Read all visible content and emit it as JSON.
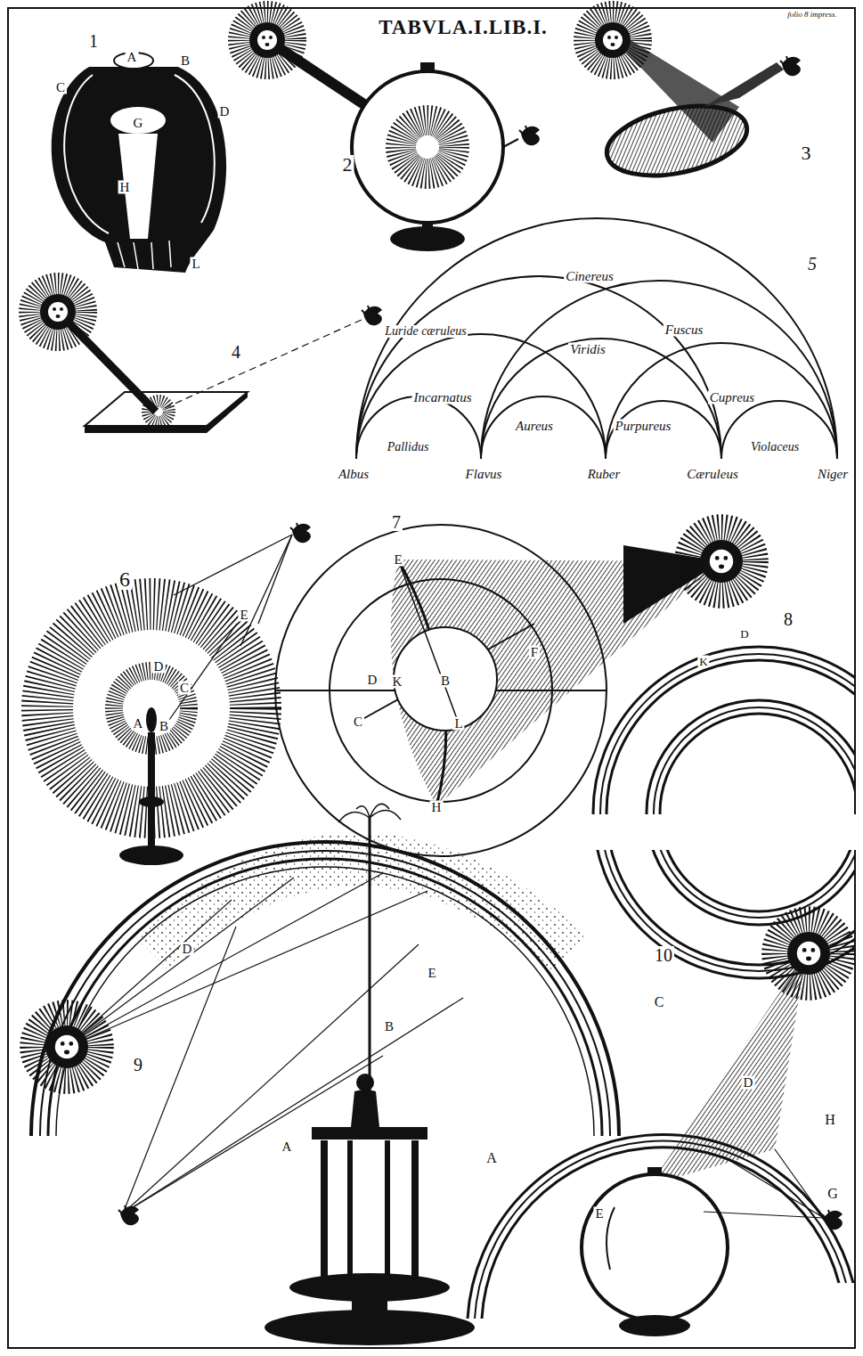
{
  "diagram": {
    "title": "TABVLA.I.LIB.I.",
    "labels": [
      "folio 8 impress.",
      "1",
      "A",
      "B",
      "C",
      "D",
      "G",
      "H",
      "L",
      "2",
      "3",
      "4",
      "5",
      "Cinereus",
      "Luride cæruleus",
      "Viridis",
      "Fuscus",
      "Incarnatus",
      "Cupreus",
      "Aureus",
      "Purpureus",
      "Pallidus",
      "Violaceus",
      "Albus",
      "Flavus",
      "Ruber",
      "Cæruleus",
      "Niger",
      "6",
      "E",
      "D",
      "C",
      "A",
      "B",
      "7",
      "E",
      "D",
      "K",
      "B",
      "C",
      "L",
      "H",
      "F",
      "8",
      "D",
      "K",
      "9",
      "D",
      "E",
      "B",
      "A",
      "10",
      "C",
      "A",
      "H",
      "D",
      "E",
      "G"
    ]
  }
}
